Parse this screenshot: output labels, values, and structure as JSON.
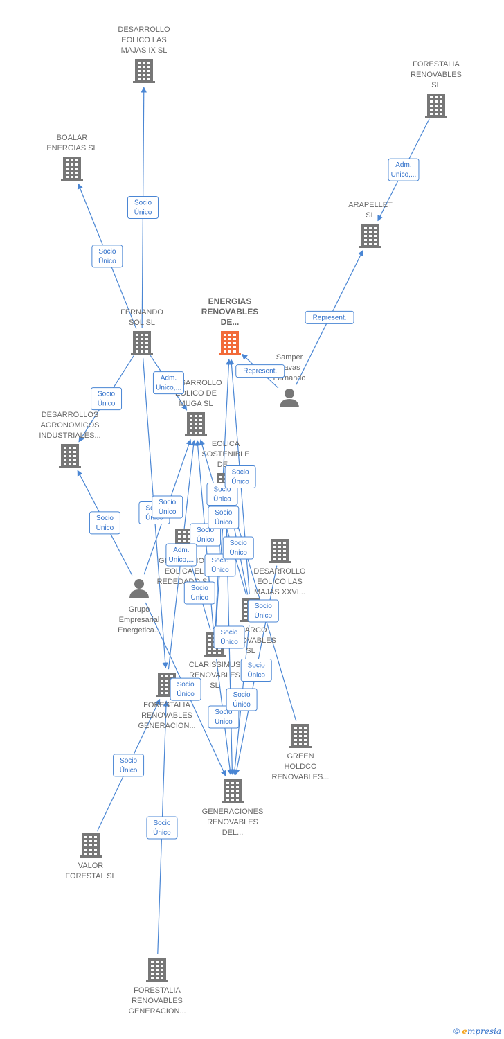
{
  "nodes": [
    {
      "id": "n_eolico_ix",
      "type": "company",
      "label": [
        "DESARROLLO",
        "EOLICO LAS",
        "MAJAS IX  SL"
      ]
    },
    {
      "id": "n_forestalia_renov",
      "type": "company",
      "label": [
        "FORESTALIA",
        "RENOVABLES",
        "SL"
      ]
    },
    {
      "id": "n_boalar",
      "type": "company",
      "label": [
        "BOALAR",
        "ENERGIAS  SL"
      ]
    },
    {
      "id": "n_arapellet",
      "type": "company",
      "label": [
        "ARAPELLET",
        "SL"
      ]
    },
    {
      "id": "n_fernando_sol",
      "type": "company",
      "label": [
        "FERNANDO",
        "SOL SL"
      ]
    },
    {
      "id": "n_energias_main",
      "type": "company",
      "main": true,
      "label": [
        "ENERGIAS",
        "RENOVABLES",
        "DE..."
      ]
    },
    {
      "id": "n_samper",
      "type": "person",
      "label": [
        "Samper",
        "Navas",
        "Fernando"
      ]
    },
    {
      "id": "n_eolico_muga",
      "type": "company",
      "label": [
        "DESARROLLO",
        "EOLICO DE",
        "MUGA SL"
      ]
    },
    {
      "id": "n_agronomicos",
      "type": "company",
      "label": [
        "DESARROLLOS",
        "AGRONOMICOS",
        "INDUSTRIALES..."
      ]
    },
    {
      "id": "n_eolica_sostenible",
      "type": "company",
      "label": [
        "EOLICA",
        "SOSTENIBLE",
        "DE..."
      ]
    },
    {
      "id": "n_majas_xxvi",
      "type": "company",
      "label": [
        "DESARROLLO",
        "EOLICO LAS",
        "MAJAS XXVI..."
      ]
    },
    {
      "id": "n_generacion_eolica",
      "type": "company",
      "label": [
        "GENERACION",
        "EOLICA EL",
        "REDEDADO SL"
      ]
    },
    {
      "id": "n_grupo",
      "type": "person",
      "label": [
        "Grupo",
        "Empresarial",
        "Energetica..."
      ]
    },
    {
      "id": "n_nearco",
      "type": "company",
      "label": [
        "NEARCO",
        "RENOVABLES",
        "SL"
      ]
    },
    {
      "id": "n_clarissimus",
      "type": "company",
      "label": [
        "CLARISSIMUS",
        "RENOVABLES",
        "SL"
      ]
    },
    {
      "id": "n_forestalia_gen1",
      "type": "company",
      "label": [
        "FORESTALIA",
        "RENOVABLES",
        "GENERACION..."
      ]
    },
    {
      "id": "n_green",
      "type": "company",
      "label": [
        "GREEN",
        "HOLDCO",
        "RENOVABLES..."
      ]
    },
    {
      "id": "n_generaciones_del",
      "type": "company",
      "label": [
        "GENERACIONES",
        "RENOVABLES",
        "DEL..."
      ]
    },
    {
      "id": "n_valor",
      "type": "company",
      "label": [
        "VALOR",
        "FORESTAL SL"
      ]
    },
    {
      "id": "n_forestalia_gen2",
      "type": "company",
      "label": [
        "FORESTALIA",
        "RENOVABLES",
        "GENERACION..."
      ]
    }
  ],
  "edges": [
    {
      "from": "n_fernando_sol",
      "to": "n_eolico_ix",
      "label": [
        "Socio",
        "Único"
      ]
    },
    {
      "from": "n_fernando_sol",
      "to": "n_boalar",
      "label": [
        "Socio",
        "Único"
      ]
    },
    {
      "from": "n_forestalia_renov",
      "to": "n_arapellet",
      "label": [
        "Adm.",
        "Unico,..."
      ]
    },
    {
      "from": "n_samper",
      "to": "n_arapellet",
      "label": [
        "Represent."
      ]
    },
    {
      "from": "n_samper",
      "to": "n_energias_main",
      "label": [
        "Represent."
      ]
    },
    {
      "from": "n_fernando_sol",
      "to": "n_agronomicos",
      "label": [
        "Socio",
        "Único"
      ]
    },
    {
      "from": "n_fernando_sol",
      "to": "n_eolico_muga",
      "label": [
        "Adm.",
        "Unico,..."
      ]
    },
    {
      "from": "n_fernando_sol",
      "to": "n_forestalia_gen1",
      "label": [
        "Socio",
        "Único"
      ]
    },
    {
      "from": "n_grupo",
      "to": "n_agronomicos",
      "label": [
        "Socio",
        "Único"
      ]
    },
    {
      "from": "n_grupo",
      "to": "n_eolico_muga",
      "label": [
        "Socio",
        "Único"
      ]
    },
    {
      "from": "n_grupo",
      "to": "n_generaciones_del",
      "label": [
        "Socio",
        "Único"
      ]
    },
    {
      "from": "n_clarissimus",
      "to": "n_energias_main",
      "label": [
        "Socio",
        "Único"
      ]
    },
    {
      "from": "n_clarissimus",
      "to": "n_eolica_sostenible",
      "label": [
        "Socio",
        "Único"
      ]
    },
    {
      "from": "n_clarissimus",
      "to": "n_eolico_muga",
      "label": [
        "Socio",
        "Único"
      ]
    },
    {
      "from": "n_clarissimus",
      "to": "n_generacion_eolica",
      "label": [
        "Socio",
        "Único"
      ]
    },
    {
      "from": "n_nearco",
      "to": "n_energias_main",
      "label": [
        "Socio",
        "Único"
      ]
    },
    {
      "from": "n_nearco",
      "to": "n_eolica_sostenible",
      "label": [
        "Socio",
        "Único"
      ]
    },
    {
      "from": "n_nearco",
      "to": "n_eolico_muga",
      "label": [
        "Socio",
        "Único"
      ]
    },
    {
      "from": "n_green",
      "to": "n_eolica_sostenible",
      "label": [
        "Socio",
        "Único"
      ]
    },
    {
      "from": "n_majas_xxvi",
      "to": "n_generaciones_del",
      "label": [
        "Socio",
        "Único"
      ]
    },
    {
      "from": "n_forestalia_gen1",
      "to": "n_eolico_muga",
      "label": [
        "Adm.",
        "Unico,..."
      ]
    },
    {
      "from": "n_valor",
      "to": "n_forestalia_gen1",
      "label": [
        "Socio",
        "Único"
      ]
    },
    {
      "from": "n_forestalia_gen2",
      "to": "n_forestalia_gen1",
      "label": [
        "Socio",
        "Único"
      ]
    },
    {
      "from": "n_clarissimus",
      "to": "n_generaciones_del",
      "label": [
        "Socio",
        "Único"
      ]
    },
    {
      "from": "n_eolica_sostenible",
      "to": "n_generaciones_del",
      "label": [
        "Socio",
        "Único"
      ]
    },
    {
      "from": "n_nearco",
      "to": "n_generaciones_del",
      "label": [
        "Socio",
        "Único"
      ]
    }
  ],
  "colors": {
    "edge": "#4a86d4",
    "node": "#777777",
    "main": "#f26b3a",
    "label": "#666666"
  },
  "footer": {
    "copyright": "©",
    "brand_initial": "e",
    "brand_rest": "mpresia"
  }
}
